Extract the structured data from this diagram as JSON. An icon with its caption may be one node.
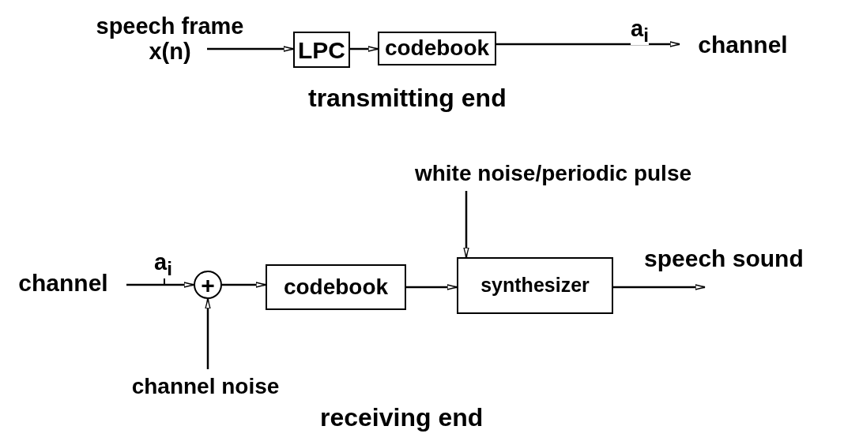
{
  "diagram": {
    "nodes": [
      {
        "text": [
          "speech frame x(n)"
        ]
      },
      {
        "text": [
          "LPC"
        ]
      },
      {
        "text": [
          "codebook"
        ]
      },
      {
        "text": [
          "channel"
        ]
      },
      {
        "text": [
          "channel"
        ]
      },
      {
        "text": [
          "+"
        ]
      },
      {
        "text": [
          "codebook"
        ]
      },
      {
        "text": [
          "synthesizer"
        ]
      },
      {
        "text": [
          "white noise/periodic pulse"
        ]
      },
      {
        "text": [
          "channel noise"
        ]
      }
    ],
    "edges": [
      {
        "from": 0,
        "to": 1,
        "arrow": "to"
      },
      {
        "from": 1,
        "to": 2,
        "arrow": "to"
      },
      {
        "from": 2,
        "to": 3,
        "arrow": "to",
        "label": "a$_{i}$"
      },
      {
        "from": 4,
        "to": 5,
        "arrow": "to",
        "label": "a$_{i}$"
      },
      {
        "from": 5,
        "to": 6,
        "arrow": "to"
      },
      {
        "from": 6,
        "to": 7,
        "arrow": "to"
      },
      {
        "from": 8,
        "to": 7,
        "arrow": "to"
      },
      {
        "from": 9,
        "to": 5,
        "arrow": "to"
      },
      {
        "from": 7,
        "to": null,
        "arrow": "to",
        "label": "speech sound"
      }
    ],
    "labels": [
      "transmitting end",
      "receiving end"
    ]
  }
}
